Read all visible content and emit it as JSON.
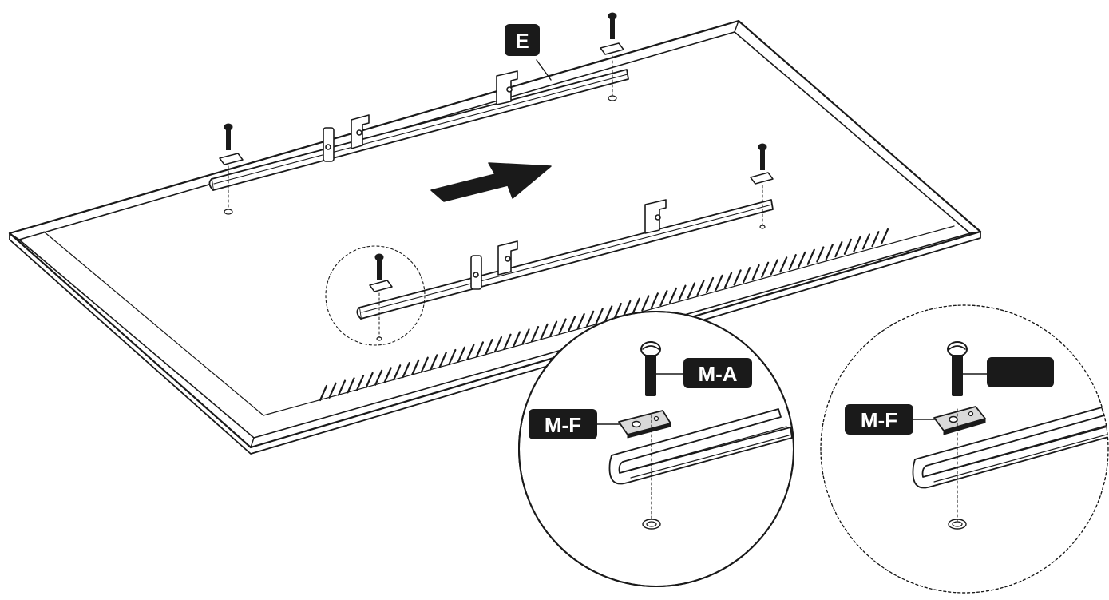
{
  "labels": {
    "rail_part": "E",
    "screw_part": "M-A",
    "washer_part": "M-F",
    "washer_part_right": "M-F",
    "screw_part_right": ""
  },
  "colors": {
    "ink": "#1a1a1a",
    "paper": "#ffffff",
    "label_bg": "#1a1a1a",
    "label_text": "#ffffff",
    "panel_fill": "#ffffff",
    "washer_fill": "#d9d9d9"
  },
  "icons": {
    "arrow": "right-arrow-icon",
    "screw": "screw-icon",
    "washer": "washer-icon"
  }
}
